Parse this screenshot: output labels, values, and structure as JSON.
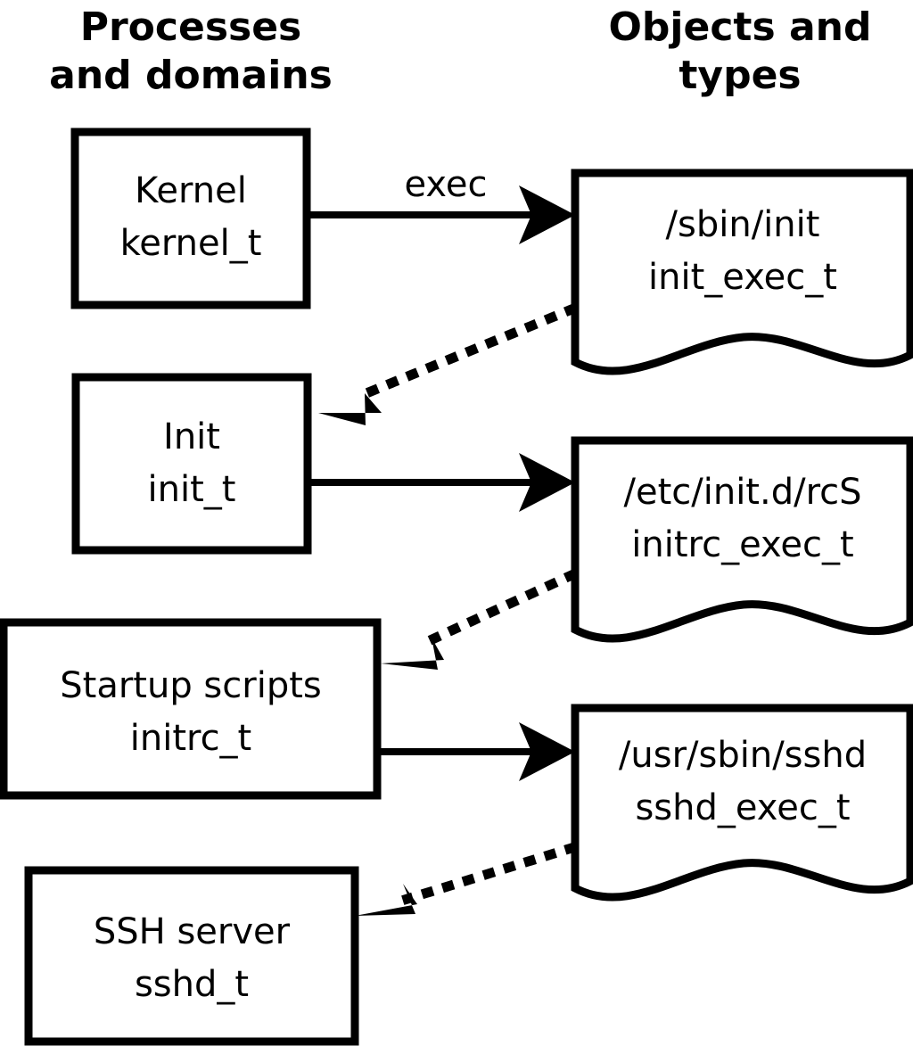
{
  "diagram": {
    "title_columns": {
      "left": "Processes\nand domains",
      "left_line1": "Processes",
      "left_line2": "and domains",
      "right_line1": "Objects and",
      "right_line2": "types"
    },
    "processes": [
      {
        "id": "kernel",
        "name_line1": "Kernel",
        "name_line2": "kernel_t",
        "shape": "rectangle"
      },
      {
        "id": "init",
        "name_line1": "Init",
        "name_line2": "init_t",
        "shape": "rectangle"
      },
      {
        "id": "initrc",
        "name_line1": "Startup scripts",
        "name_line2": "initrc_t",
        "shape": "rectangle"
      },
      {
        "id": "sshd",
        "name_line1": "SSH server",
        "name_line2": "sshd_t",
        "shape": "rectangle"
      }
    ],
    "objects": [
      {
        "id": "init_exec",
        "path_line1": "/sbin/init",
        "type_line2": "init_exec_t",
        "shape": "document"
      },
      {
        "id": "initrc_exec",
        "path_line1": "/etc/init.d/rcS",
        "type_line2": "initrc_exec_t",
        "shape": "document"
      },
      {
        "id": "sshd_exec",
        "path_line1": "/usr/sbin/sshd",
        "type_line2": "sshd_exec_t",
        "shape": "document"
      }
    ],
    "edges": [
      {
        "id": "kernel-exec-init_exec",
        "from": "kernel",
        "to": "init_exec",
        "label": "exec",
        "style": "solid"
      },
      {
        "id": "init_exec-transition-init",
        "from": "init_exec",
        "to": "init",
        "label": "",
        "style": "dotted"
      },
      {
        "id": "init-exec-initrc_exec",
        "from": "init",
        "to": "initrc_exec",
        "label": "",
        "style": "solid"
      },
      {
        "id": "initrc_exec-transition-initrc",
        "from": "initrc_exec",
        "to": "initrc",
        "label": "",
        "style": "dotted"
      },
      {
        "id": "initrc-exec-sshd_exec",
        "from": "initrc",
        "to": "sshd_exec",
        "label": "",
        "style": "solid"
      },
      {
        "id": "sshd_exec-transition-sshd",
        "from": "sshd_exec",
        "to": "sshd",
        "label": "",
        "style": "dotted"
      }
    ],
    "colors": {
      "background": "#ffffff",
      "stroke": "#000000",
      "text": "#000000"
    }
  }
}
